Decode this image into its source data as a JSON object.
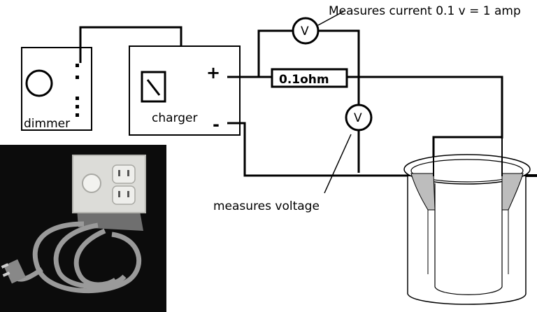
{
  "labels": {
    "dimmer": "dimmer",
    "charger": "charger",
    "plus": "+",
    "minus": "-",
    "resistor": "0.1ohm",
    "voltmeter_symbol": "V",
    "ammeter_note": "Measures current 0.1 v = 1 amp",
    "voltage_note": "measures voltage"
  },
  "photo": {
    "subject": "dimmer switch and outlet box with power cord",
    "colors": {
      "background": "#0c0c0c",
      "cord": "#9a9a9a",
      "plate": "#dcdcd8"
    }
  },
  "colors": {
    "line": "#000000",
    "electrolyte": "#bdbdbd",
    "background": "#ffffff"
  }
}
